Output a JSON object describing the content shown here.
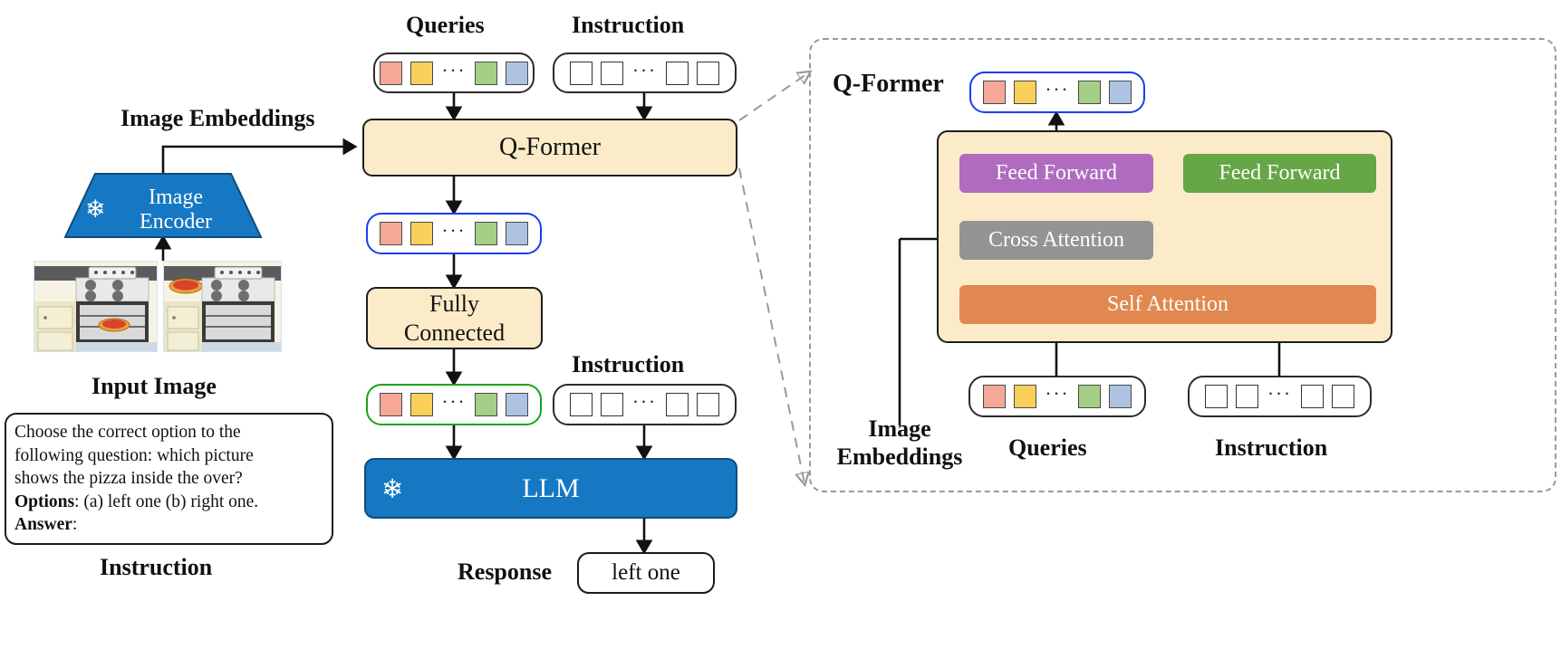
{
  "diagram": {
    "title": "InstructBLIP-style vision-language architecture",
    "colors": {
      "cream": "#fbebc8",
      "encoder_blue": "#1678c2",
      "llm_blue": "#1678c2",
      "query_outline": "#1a3df0",
      "projected_outline": "#16a516",
      "feed_forward_query": "#b06bc0",
      "feed_forward_text": "#66a646",
      "cross_attention": "#949494",
      "self_attention": "#e0884f",
      "token_red": "#f6a897",
      "token_yellow": "#f8d05a",
      "token_green": "#a4cf87",
      "token_blue": "#aec2e2",
      "dashed_border": "#9a9a9a"
    },
    "main": {
      "labels": {
        "queries": "Queries",
        "instruction_top": "Instruction",
        "image_embeddings": "Image Embeddings",
        "input_image": "Input Image",
        "instruction_bottom_panel": "Instruction",
        "instruction_tokens": "Instruction",
        "response": "Response"
      },
      "blocks": {
        "image_encoder_line1": "Image",
        "image_encoder_line2": "Encoder",
        "q_former": "Q-Former",
        "fully_connected_line1": "Fully",
        "fully_connected_line2": "Connected",
        "llm": "LLM",
        "response_value": "left one"
      },
      "frozen_icon": "snowflake-icon",
      "instruction_text": {
        "line1": "Choose the correct option to the",
        "line2": "following question: which picture",
        "line3": "shows the pizza inside the over?",
        "options_label": "Options",
        "options_value": ": (a) left one (b) right one.",
        "answer_label": "Answer",
        "answer_value": ":"
      },
      "thumbnails": [
        {
          "name": "stove-with-pizza-inside-oven",
          "alt": "kitchen stove, pizza on lower oven rack"
        },
        {
          "name": "stove-with-pizza-on-cooktop",
          "alt": "kitchen stove, pizza on the counter top"
        }
      ]
    },
    "detail": {
      "title": "Q-Former",
      "blocks": {
        "feed_forward_query": "Feed Forward",
        "feed_forward_text": "Feed Forward",
        "cross_attention": "Cross Attention",
        "self_attention": "Self Attention"
      },
      "labels": {
        "image_embeddings_line1": "Image",
        "image_embeddings_line2": "Embeddings",
        "queries": "Queries",
        "instruction": "Instruction"
      }
    },
    "tokens": {
      "query_sequence": [
        "token_red",
        "token_yellow",
        "ellipsis",
        "token_green",
        "token_blue"
      ],
      "instruction_sequence": [
        "token_white",
        "token_white",
        "ellipsis",
        "token_white",
        "token_white"
      ],
      "ellipsis_glyph": "···"
    }
  }
}
